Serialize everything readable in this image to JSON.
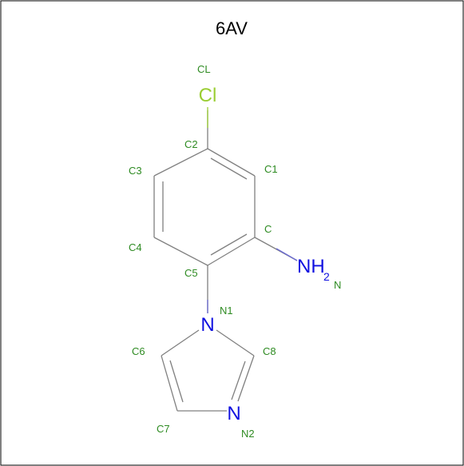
{
  "title": "6AV",
  "colors": {
    "border": "#000000",
    "bond": "#808080",
    "atom_name": "#2e8b22",
    "chlorine": "#9acd32",
    "nitrogen": "#1010e0",
    "title": "#000000"
  },
  "atom_names": {
    "cl": "CL",
    "c": "C",
    "c1": "C1",
    "c2": "C2",
    "c3": "C3",
    "c4": "C4",
    "c5": "C5",
    "c6": "C6",
    "c7": "C7",
    "c8": "C8",
    "n": "N",
    "n1": "N1",
    "n2": "N2"
  },
  "element_labels": {
    "chlorine": "Cl",
    "amine": "NH",
    "amine_h_count": "2",
    "n1": "N",
    "n2": "N"
  }
}
